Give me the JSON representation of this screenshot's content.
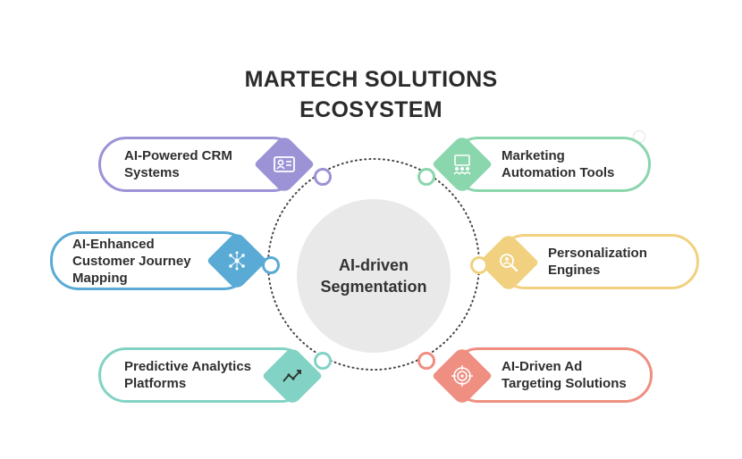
{
  "title": {
    "line1": "MARTECH SOLUTIONS",
    "line2": "ECOSYSTEM"
  },
  "center": {
    "line1": "AI-driven",
    "line2": "Segmentation"
  },
  "colors": {
    "purple": "#9b93d6",
    "blue": "#5aaad6",
    "teal": "#82d3c5",
    "green": "#8ad6ad",
    "yellow": "#f1d17f",
    "red": "#ef8f82",
    "ring": "#444444",
    "center_fill": "#e9e9e9"
  },
  "nodes": {
    "crm": {
      "label": "AI-Powered CRM\nSystems",
      "icon": "id-card-icon"
    },
    "journey": {
      "label": "AI-Enhanced\nCustomer Journey\nMapping",
      "icon": "network-icon"
    },
    "predictive": {
      "label": "Predictive Analytics\nPlatforms",
      "icon": "trend-chart-icon"
    },
    "automation": {
      "label": "Marketing\nAutomation Tools",
      "icon": "presentation-icon"
    },
    "personalization": {
      "label": "Personalization\nEngines",
      "icon": "magnifier-person-icon"
    },
    "targeting": {
      "label": "AI-Driven Ad\nTargeting Solutions",
      "icon": "target-icon"
    }
  }
}
